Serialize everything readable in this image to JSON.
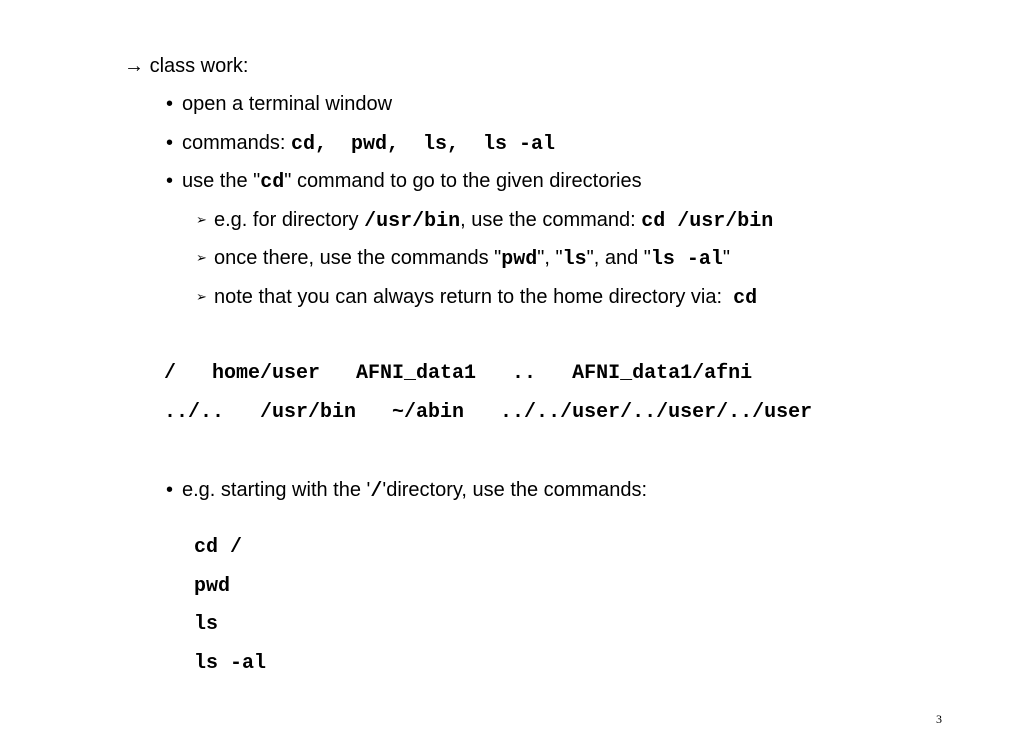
{
  "heading": {
    "arrow": "→",
    "text": "class work:"
  },
  "bullet_symbol": "•",
  "sub_bullet_symbol": "➢",
  "bullets": {
    "b1": "open a terminal window",
    "b2_prefix": "commands: ",
    "b2_code": "cd,  pwd,  ls,  ls -al",
    "b3_pre": "use the \"",
    "b3_code": "cd",
    "b3_post": "\" command to go to the given directories",
    "s1_pre": "e.g. for directory ",
    "s1_code1": "/usr/bin",
    "s1_mid": ", use the command: ",
    "s1_code2": "cd /usr/bin",
    "s2_pre": "once there, use the commands \"",
    "s2_code1": "pwd",
    "s2_sep1": "\", \"",
    "s2_code2": "ls",
    "s2_sep2": "\", and \"",
    "s2_code3": "ls -al",
    "s2_post": "\"",
    "s3_pre": "note that you can always return to the home directory via:  ",
    "s3_code": "cd"
  },
  "directories": {
    "row1": "/   home/user   AFNI_data1   ..   AFNI_data1/afni",
    "row2": "../..   /usr/bin   ~/abin   ../../user/../user/../user"
  },
  "example": {
    "pre": "e.g. starting with the '",
    "code": "/",
    "post": "'directory, use the commands:"
  },
  "commands": [
    "cd /",
    "pwd",
    "ls",
    "ls -al"
  ],
  "page_number": "3"
}
